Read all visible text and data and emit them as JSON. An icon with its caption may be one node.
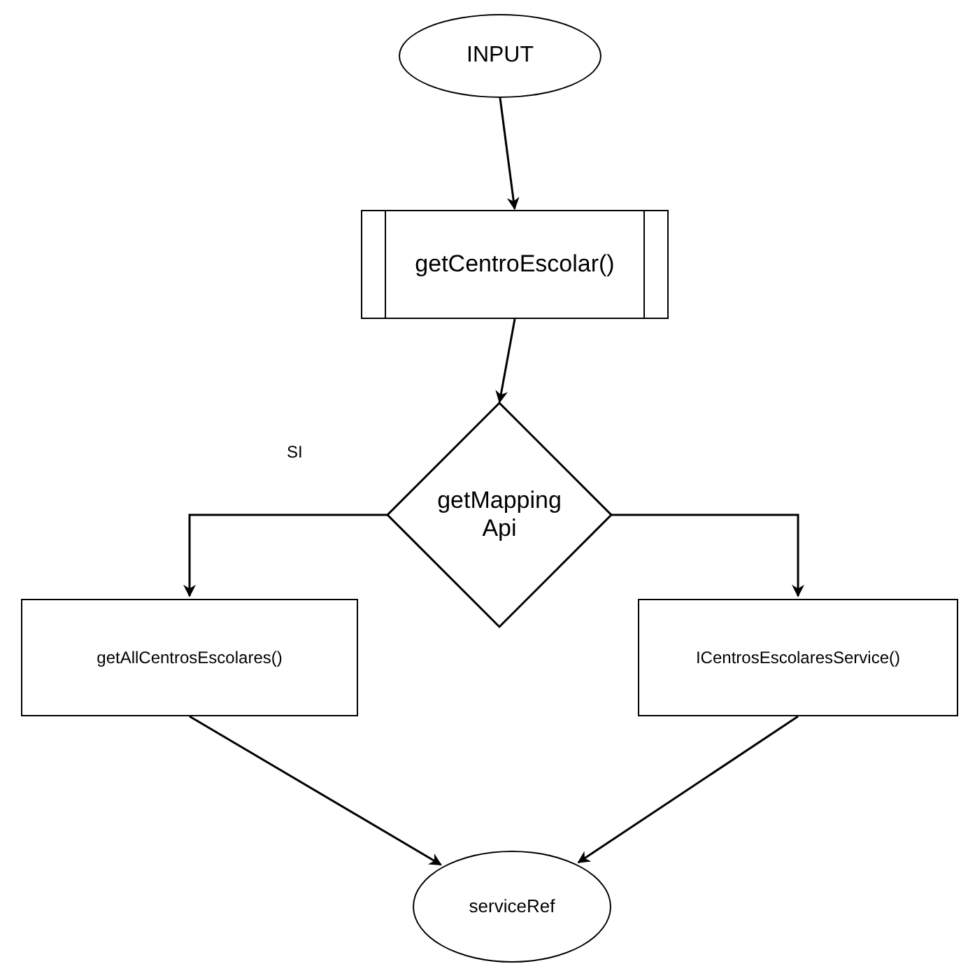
{
  "diagram": {
    "nodes": [
      {
        "text": [
          "INPUT"
        ]
      },
      {
        "text": [
          "getCentroEscolar()"
        ]
      },
      {
        "text": [
          "getMapping Api"
        ]
      },
      {
        "text": [
          "getAllCentrosEscolares()"
        ]
      },
      {
        "text": [
          "ICentrosEscolaresService()"
        ]
      },
      {
        "text": [
          "serviceRef"
        ]
      }
    ],
    "edges": [
      {
        "from": 0,
        "to": 1,
        "arrow": "to"
      },
      {
        "from": 1,
        "to": 2,
        "arrow": "to"
      },
      {
        "from": 2,
        "to": 3,
        "arrow": "to",
        "label": "SI"
      },
      {
        "from": 2,
        "to": 4,
        "arrow": "to"
      },
      {
        "from": 3,
        "to": 5,
        "arrow": "to"
      },
      {
        "from": 4,
        "to": 5,
        "arrow": "to"
      }
    ]
  }
}
